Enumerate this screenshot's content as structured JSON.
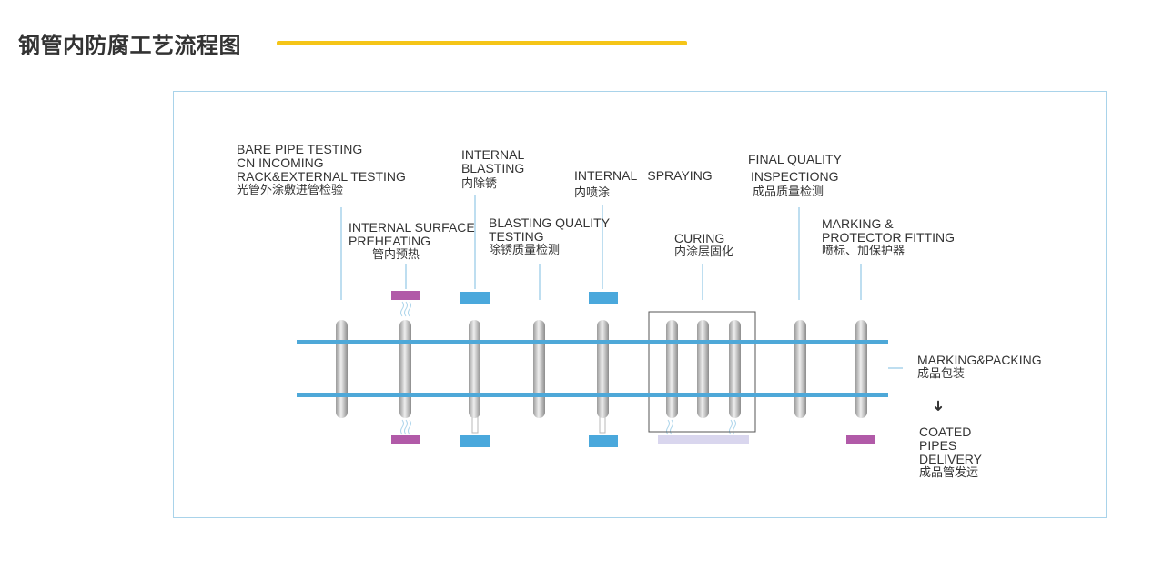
{
  "page_title": "钢管内防腐工艺流程图",
  "colors": {
    "accent": "#f5c518",
    "frame": "#a9d3ea",
    "rail": "#4ea8d8",
    "blue_block": "#4aa8dc",
    "purple_block": "#b15aa8",
    "curing_plate": "#d9d6ee",
    "pipe": "#c8c8c8",
    "text": "#333333"
  },
  "stations": [
    {
      "id": "bare-pipe-testing",
      "lines": [
        "BARE PIPE TESTING",
        "CN INCOMING",
        "RACK&EXTERNAL TESTING"
      ],
      "zh": "光管外涂敷进管检验"
    },
    {
      "id": "internal-preheating",
      "lines": [
        "INTERNAL SURFACE",
        "PREHEATING"
      ],
      "zh": "管内预热"
    },
    {
      "id": "internal-blasting",
      "lines": [
        "INTERNAL",
        "BLASTING"
      ],
      "zh": "内除锈"
    },
    {
      "id": "blasting-quality",
      "lines": [
        "BLASTING QUALITY",
        "TESTING"
      ],
      "zh": "除锈质量检测"
    },
    {
      "id": "internal-spraying",
      "lines": [
        "INTERNAL   SPRAYING"
      ],
      "zh": "内喷涂"
    },
    {
      "id": "curing",
      "lines": [
        "CURING"
      ],
      "zh": "内涂层固化"
    },
    {
      "id": "final-quality",
      "lines": [
        "FINAL QUALITY",
        "INSPECTIONG"
      ],
      "zh": "成品质量检测"
    },
    {
      "id": "marking-protector",
      "lines": [
        "MARKING &",
        "PROTECTOR FITTING"
      ],
      "zh": "喷标、加保护器"
    },
    {
      "id": "marking-packing",
      "lines": [
        "MARKING&PACKING"
      ],
      "zh": "成品包装"
    },
    {
      "id": "coated-delivery",
      "lines": [
        "COATED",
        "PIPES",
        "DELIVERY"
      ],
      "zh": "成品管发运"
    }
  ],
  "arrow_glyph": "➜"
}
